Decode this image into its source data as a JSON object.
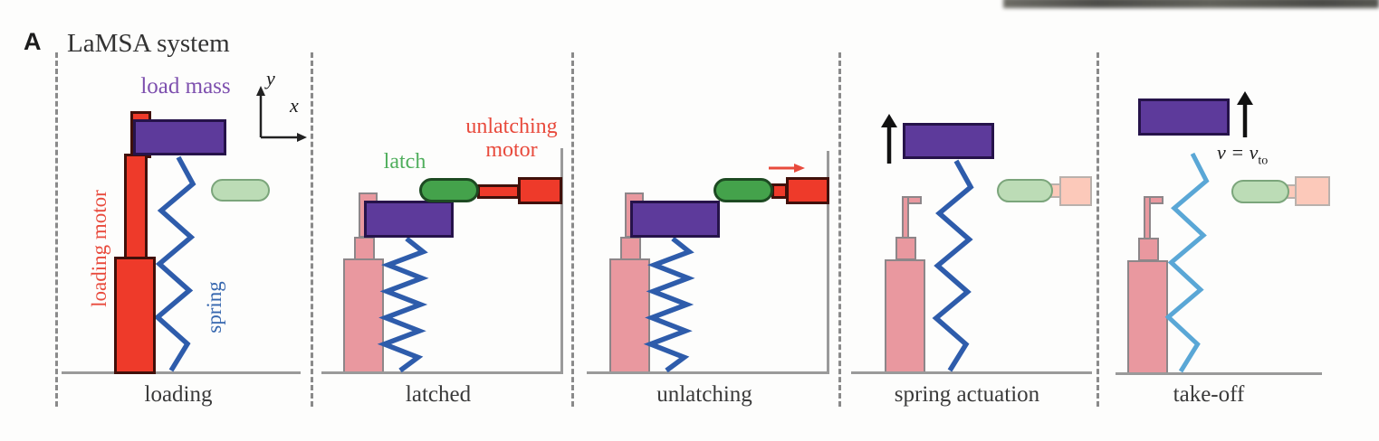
{
  "colors": {
    "bright-red": "#ee3a2a",
    "red-outline": "#40100a",
    "purple": "#5d3a9b",
    "purple-outline": "#26134a",
    "purple-text": "#7d4fae",
    "red-text": "#e84a3c",
    "green-text": "#4fae5c",
    "blue-text": "#3566ae",
    "dark-blue-spring": "#2e5cab",
    "light-blue-spring": "#5aa7d6",
    "green-latch": "#44a24b",
    "green-latch-outline": "#1d4a22",
    "faded-green-latch": "#bcdcb6",
    "faded-green-outline": "#7ba57b",
    "pink-motor": "#e9989f",
    "pink-motor-outline": "#8d8689",
    "faded-salmon": "#fcc9ba",
    "faded-salmon-outline": "#b9b1ac",
    "ground-gray": "#9a9a9a",
    "caption-text": "#3a3a3a",
    "title-text": "#333333"
  },
  "header": {
    "panel_letter": "A",
    "title": "LaMSA system"
  },
  "axes": {
    "x_label": "x",
    "y_label": "y"
  },
  "labels": {
    "load_mass": "load mass",
    "loading_motor": "loading motor",
    "spring": "spring",
    "latch": "latch",
    "unlatching_motor_line1": "unlatching",
    "unlatching_motor_line2": "motor",
    "takeoff_velocity_main": "v = v",
    "takeoff_velocity_sub": "to"
  },
  "panels": [
    {
      "caption": "loading"
    },
    {
      "caption": "latched"
    },
    {
      "caption": "unlatching"
    },
    {
      "caption": "spring actuation"
    },
    {
      "caption": "take-off"
    }
  ]
}
